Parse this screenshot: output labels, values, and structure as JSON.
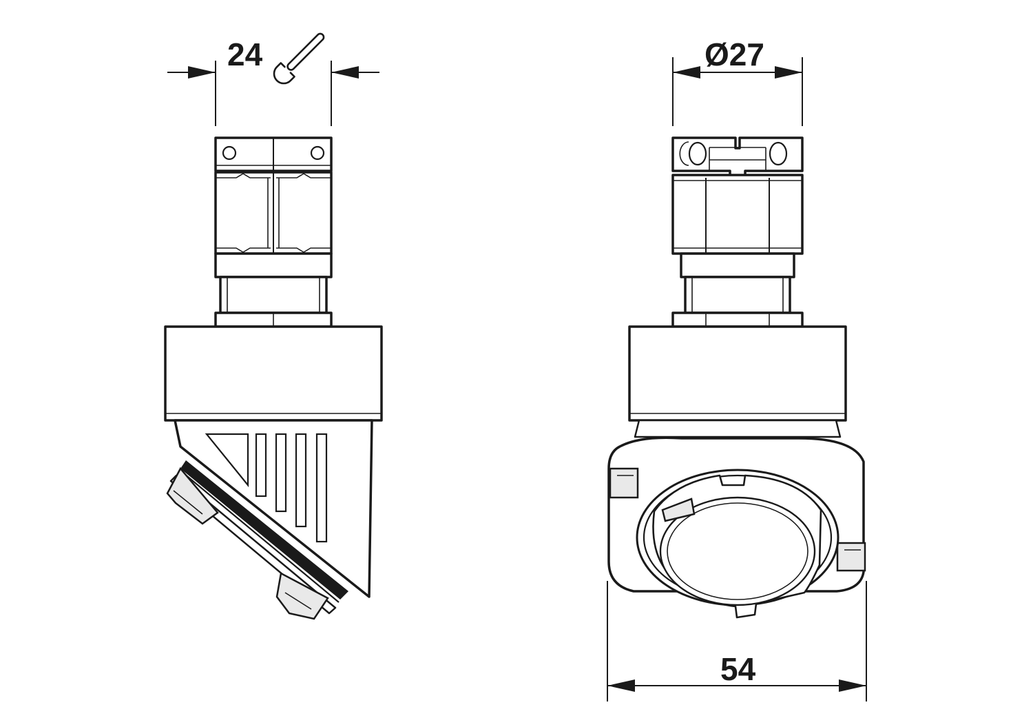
{
  "dimensions": {
    "wrench_size": "24",
    "diameter": "Ø27",
    "width": "54"
  },
  "icons": {
    "wrench": "wrench-icon"
  },
  "colors": {
    "line": "#1a1a1a",
    "background": "#ffffff"
  }
}
